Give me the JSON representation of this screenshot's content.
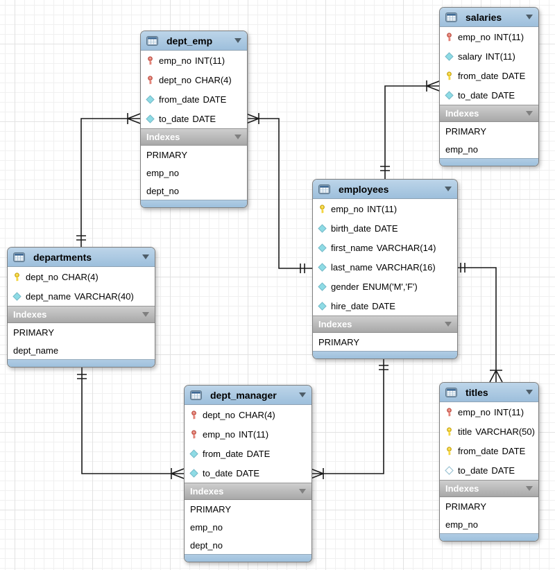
{
  "diagram": {
    "tool": "eer-diagram",
    "tables": [
      {
        "id": "dept_emp",
        "name": "dept_emp",
        "columns": [
          {
            "name": "emp_no",
            "type": "INT(11)",
            "icon": "key-red"
          },
          {
            "name": "dept_no",
            "type": "CHAR(4)",
            "icon": "key-red"
          },
          {
            "name": "from_date",
            "type": "DATE",
            "icon": "diamond-filled"
          },
          {
            "name": "to_date",
            "type": "DATE",
            "icon": "diamond-filled"
          }
        ],
        "indexes_label": "Indexes",
        "indexes": [
          "PRIMARY",
          "emp_no",
          "dept_no"
        ]
      },
      {
        "id": "salaries",
        "name": "salaries",
        "columns": [
          {
            "name": "emp_no",
            "type": "INT(11)",
            "icon": "key-red"
          },
          {
            "name": "salary",
            "type": "INT(11)",
            "icon": "diamond-filled"
          },
          {
            "name": "from_date",
            "type": "DATE",
            "icon": "key-yellow"
          },
          {
            "name": "to_date",
            "type": "DATE",
            "icon": "diamond-filled"
          }
        ],
        "indexes_label": "Indexes",
        "indexes": [
          "PRIMARY",
          "emp_no"
        ]
      },
      {
        "id": "employees",
        "name": "employees",
        "columns": [
          {
            "name": "emp_no",
            "type": "INT(11)",
            "icon": "key-yellow"
          },
          {
            "name": "birth_date",
            "type": "DATE",
            "icon": "diamond-filled"
          },
          {
            "name": "first_name",
            "type": "VARCHAR(14)",
            "icon": "diamond-filled"
          },
          {
            "name": "last_name",
            "type": "VARCHAR(16)",
            "icon": "diamond-filled"
          },
          {
            "name": "gender",
            "type": "ENUM('M','F')",
            "icon": "diamond-filled"
          },
          {
            "name": "hire_date",
            "type": "DATE",
            "icon": "diamond-filled"
          }
        ],
        "indexes_label": "Indexes",
        "indexes": [
          "PRIMARY"
        ]
      },
      {
        "id": "departments",
        "name": "departments",
        "columns": [
          {
            "name": "dept_no",
            "type": "CHAR(4)",
            "icon": "key-yellow"
          },
          {
            "name": "dept_name",
            "type": "VARCHAR(40)",
            "icon": "diamond-filled"
          }
        ],
        "indexes_label": "Indexes",
        "indexes": [
          "PRIMARY",
          "dept_name"
        ]
      },
      {
        "id": "dept_manager",
        "name": "dept_manager",
        "columns": [
          {
            "name": "dept_no",
            "type": "CHAR(4)",
            "icon": "key-red"
          },
          {
            "name": "emp_no",
            "type": "INT(11)",
            "icon": "key-red"
          },
          {
            "name": "from_date",
            "type": "DATE",
            "icon": "diamond-filled"
          },
          {
            "name": "to_date",
            "type": "DATE",
            "icon": "diamond-filled"
          }
        ],
        "indexes_label": "Indexes",
        "indexes": [
          "PRIMARY",
          "emp_no",
          "dept_no"
        ]
      },
      {
        "id": "titles",
        "name": "titles",
        "columns": [
          {
            "name": "emp_no",
            "type": "INT(11)",
            "icon": "key-red"
          },
          {
            "name": "title",
            "type": "VARCHAR(50)",
            "icon": "key-yellow"
          },
          {
            "name": "from_date",
            "type": "DATE",
            "icon": "key-yellow"
          },
          {
            "name": "to_date",
            "type": "DATE",
            "icon": "diamond-hollow"
          }
        ],
        "indexes_label": "Indexes",
        "indexes": [
          "PRIMARY",
          "emp_no"
        ]
      }
    ],
    "relationships": [
      {
        "one_side": "departments",
        "many_side": "dept_emp",
        "cardinality": "1:n",
        "mandatory": true
      },
      {
        "one_side": "employees",
        "many_side": "dept_emp",
        "cardinality": "1:n",
        "mandatory": true
      },
      {
        "one_side": "employees",
        "many_side": "salaries",
        "cardinality": "1:n",
        "mandatory": true
      },
      {
        "one_side": "employees",
        "many_side": "titles",
        "cardinality": "1:n",
        "mandatory": true
      },
      {
        "one_side": "employees",
        "many_side": "dept_manager",
        "cardinality": "1:n",
        "mandatory": true
      },
      {
        "one_side": "departments",
        "many_side": "dept_manager",
        "cardinality": "1:n",
        "mandatory": true
      }
    ],
    "legend": {
      "key-yellow": "primary key column",
      "key-red": "primary + foreign key column",
      "diamond-filled": "non-nullable column",
      "diamond-hollow": "nullable column"
    },
    "colors": {
      "header_blue": "#a9c8e2",
      "indexes_gray": "#b5b5b5",
      "connector": "#1a1a1a",
      "key_yellow": "#eecb28",
      "key_red": "#e0766a",
      "diamond_cyan": "#8edbe5",
      "grid_line": "#ececec"
    }
  }
}
